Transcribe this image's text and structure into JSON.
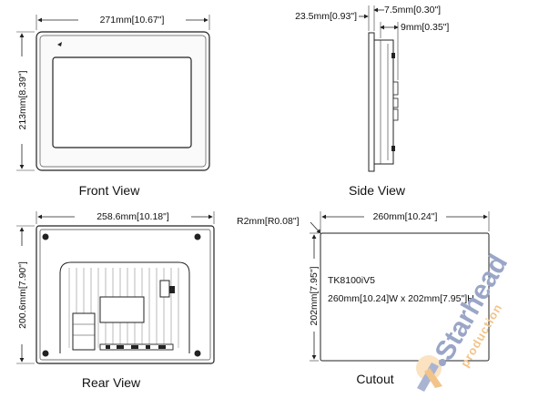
{
  "front_view": {
    "caption": "Front View",
    "width_label": "271mm[10.67\"]",
    "height_label": "213mm[8.39\"]"
  },
  "side_view": {
    "caption": "Side View",
    "depth_label": "23.5mm[0.93\"]",
    "bezel_label": "7.5mm[0.30\"]",
    "body_label": "9mm[0.35\"]"
  },
  "rear_view": {
    "caption": "Rear View",
    "width_label": "258.6mm[10.18\"]",
    "height_label": "200.6mm[7.90\"]"
  },
  "cutout": {
    "caption": "Cutout",
    "radius_label": "R2mm[R0.08\"]",
    "width_label": "260mm[10.24\"]",
    "height_label": "202mm[7.95\"]",
    "model_label": "TK8100iV5",
    "size_label": "260mm[10.24]W x 202mm[7.95\"]H"
  },
  "watermark": {
    "brand": "Starhead",
    "sub": "production"
  },
  "colors": {
    "line": "#222222",
    "watermark_blue": "#9aa6c7",
    "watermark_orange": "#f2c48a"
  }
}
